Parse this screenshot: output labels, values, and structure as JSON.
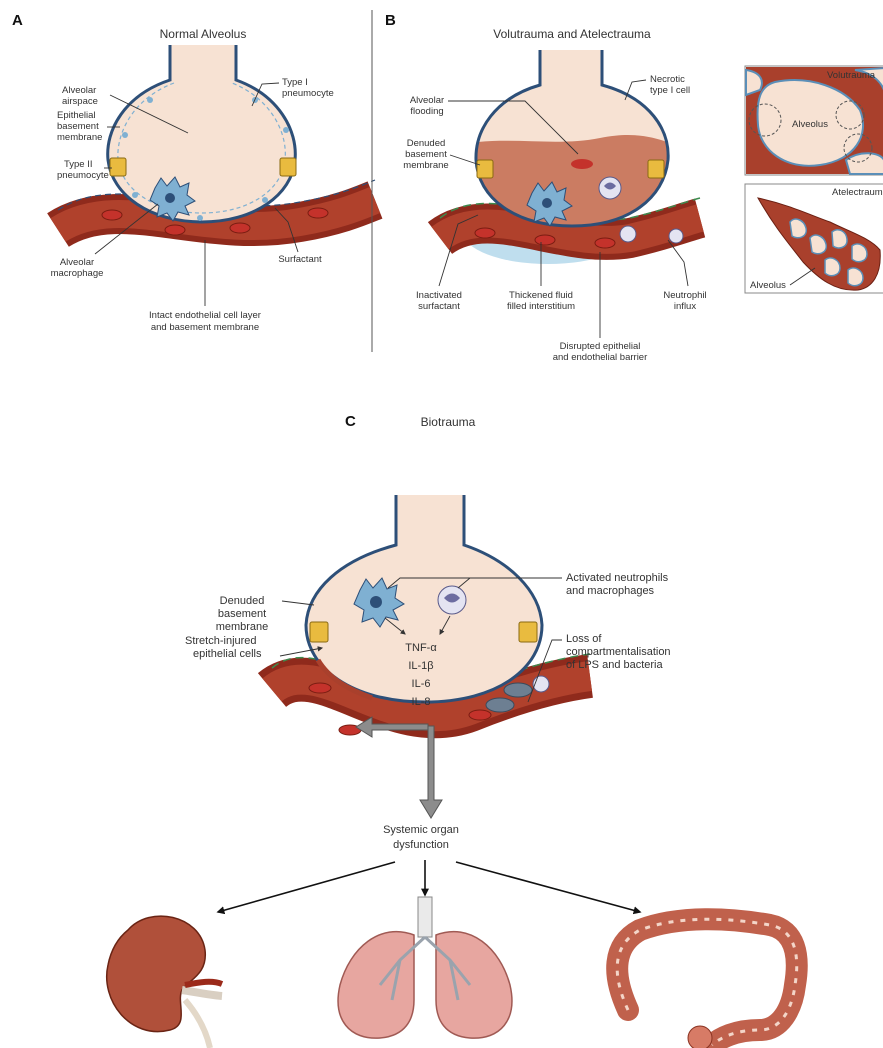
{
  "panels": {
    "a": {
      "letter": "A",
      "title": "Normal Alveolus",
      "labels": {
        "airspace": [
          "Alveolar",
          "airspace"
        ],
        "epithelial_bm": [
          "Epithelial",
          "basement",
          "membrane"
        ],
        "type2": [
          "Type II",
          "pneumocyte"
        ],
        "type1": [
          "Type I",
          "pneumocyte"
        ],
        "macrophage": [
          "Alveolar",
          "macrophage"
        ],
        "surfactant": [
          "Surfactant"
        ],
        "endothelial": [
          "Intact endothelial cell layer",
          "and basement membrane"
        ]
      }
    },
    "b": {
      "letter": "B",
      "title": "Volutrauma and Atelectrauma",
      "labels": {
        "flooding": [
          "Alveolar",
          "flooding"
        ],
        "denuded_bm": [
          "Denuded",
          "basement",
          "membrane"
        ],
        "necrotic": [
          "Necrotic",
          "type I cell"
        ],
        "inactivated": [
          "Inactivated",
          "surfactant"
        ],
        "thickened": [
          "Thickened fluid",
          "filled interstitium"
        ],
        "neutrophil": [
          "Neutrophil",
          "influx"
        ],
        "disrupted": [
          "Disrupted epithelial",
          "and endothelial barrier"
        ]
      },
      "insets": {
        "volutrauma": {
          "title": "Volutrauma",
          "label": "Alveolus"
        },
        "atelectrauma": {
          "title": "Atelectrauma",
          "label": "Alveolus"
        }
      }
    },
    "c": {
      "letter": "C",
      "title": "Biotrauma",
      "labels": {
        "denuded_bm": [
          "Denuded",
          "basement",
          "membrane"
        ],
        "stretch": [
          "Stretch-injured",
          "epithelial cells"
        ],
        "activated": [
          "Activated neutrophils",
          "and macrophages"
        ],
        "loss": [
          "Loss of",
          "compartmentalisation",
          "of LPS and bacteria"
        ],
        "systemic": [
          "Systemic organ",
          "dysfunction"
        ]
      },
      "cytokines": [
        "TNF-α",
        "IL-1β",
        "IL-6",
        "IL-8"
      ],
      "organs": [
        "kidney-icon",
        "lungs-icon",
        "intestine-icon"
      ]
    }
  },
  "colors": {
    "alveolus_fill": "#f7e2d3",
    "alveolus_wall": "#2d4f78",
    "capillary": "#8f2a1c",
    "capillary_inner": "#b0412c",
    "rbc": "#c4322b",
    "flood": "#c36a4d",
    "edema": "#a9d3e8",
    "macrophage": "#7fb0d2",
    "type2": "#e9bb3f",
    "organ": "#b0503a",
    "lung": "#e7a6a0",
    "arrow_gray": "#8c8c8c"
  }
}
